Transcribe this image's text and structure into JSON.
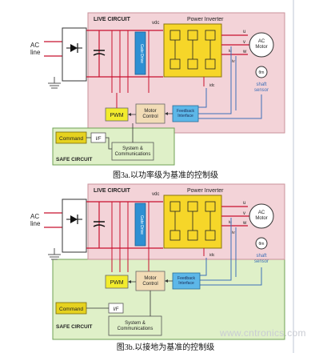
{
  "diagrams": [
    {
      "id": "a",
      "caption": "图3a.以功率级为基准的控制级",
      "labels": {
        "live_circuit": "LIVE CIRCUIT",
        "power_inverter": "Power Inverter",
        "ac_line": "AC\nline",
        "vdc": "vdc",
        "gate_drive": "Gate Drive",
        "u": "u",
        "v": "v",
        "w": "w",
        "iu": "iu",
        "iv": "iv",
        "idc": "idc",
        "ac_motor": "AC\nMotor",
        "theta": "θm",
        "shaft_sensor": "shaft\nsensor",
        "pwm": "PWM",
        "motor_control": "Motor\nControl",
        "feedback_interface": "Feedback\nInterface",
        "command": "Command",
        "if": "I/F",
        "system_comms": "System &\nCommunications",
        "safe_circuit": "SAFE CIRCUIT"
      }
    },
    {
      "id": "b",
      "caption": "图3b.以接地为基准的控制级",
      "labels": {
        "live_circuit": "LIVE CIRCUIT",
        "power_inverter": "Power Inverter",
        "ac_line": "AC\nline",
        "vdc": "vdc",
        "gate_drive": "Gate Drive",
        "u": "u",
        "v": "v",
        "w": "w",
        "iu": "iu",
        "iv": "iv",
        "idc": "idc",
        "ac_motor": "AC\nMotor",
        "theta": "θm",
        "shaft_sensor": "shaft\nsensor",
        "pwm": "PWM",
        "motor_control": "Motor\nControl",
        "feedback_interface": "Feedback\nInterface",
        "command": "Command",
        "if": "I/F",
        "system_comms": "System &\nCommunications",
        "safe_circuit": "SAFE CIRCUIT"
      }
    }
  ],
  "watermark": "www.cntronics.com",
  "colors": {
    "live_bg": "#f3d3d8",
    "safe_bg": "#dff0c8",
    "inverter_bg": "#f6d629",
    "gate_drive_bg": "#2e8fd2",
    "pwm_bg": "#f2ec2d",
    "motor_control_bg": "#f2dcb6",
    "feedback_bg": "#5db7e8",
    "command_bg": "#e6d21f",
    "wire_red": "#c8102e",
    "wire_blue": "#3d6fb7"
  }
}
